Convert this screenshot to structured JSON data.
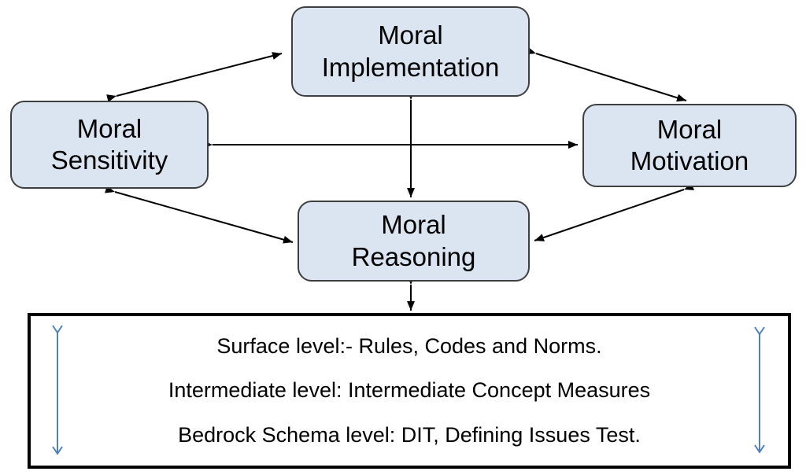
{
  "colors": {
    "node-fill": "#dbe5f1",
    "node-border": "#3f3f3f",
    "arrow": "#000000",
    "blue-arrow": "#4f81bd",
    "box-border": "#000000",
    "text": "#000000",
    "background": "#ffffff"
  },
  "diagram": {
    "type": "flow-diagram",
    "nodes": {
      "implementation": {
        "label": "Moral\nImplementation"
      },
      "sensitivity": {
        "label": "Moral\nSensitivity"
      },
      "motivation": {
        "label": "Moral\nMotivation"
      },
      "reasoning": {
        "label": "Moral\nReasoning"
      }
    },
    "connections": [
      "sensitivity<->implementation",
      "implementation<->motivation",
      "sensitivity<->motivation",
      "implementation<->reasoning",
      "sensitivity<->reasoning",
      "motivation<->reasoning",
      "reasoning<->levels_box"
    ],
    "levels_box": {
      "lines": [
        "Surface level:- Rules, Codes and Norms.",
        "Intermediate level: Intermediate Concept Measures",
        "Bedrock Schema level: DIT, Defining Issues Test."
      ]
    }
  }
}
